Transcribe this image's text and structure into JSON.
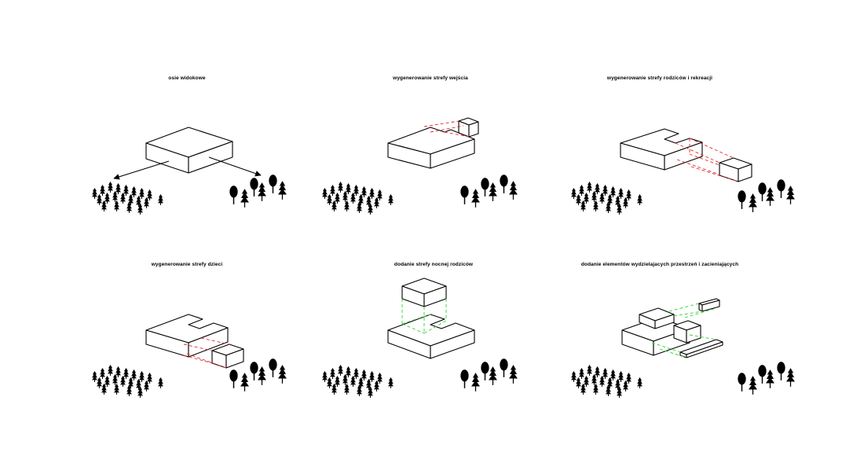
{
  "colors": {
    "line": "#000000",
    "red_dashed": "#e8262e",
    "green_dashed": "#2fd12f"
  },
  "panels": [
    {
      "id": "p1",
      "title": "osie widokowe",
      "icons": [
        "arrow-icon",
        "conifer-grove-icon",
        "deciduous-tree-icon"
      ]
    },
    {
      "id": "p2",
      "title": "wygenerowanie strefy wejścia",
      "icons": [
        "conifer-grove-icon",
        "deciduous-tree-icon"
      ]
    },
    {
      "id": "p3",
      "title": "wygenerowanie strefy rodziców i rekreacji",
      "icons": [
        "conifer-grove-icon",
        "deciduous-tree-icon"
      ]
    },
    {
      "id": "p4",
      "title": "wygenerowanie strefy dzieci",
      "icons": [
        "conifer-grove-icon",
        "deciduous-tree-icon"
      ]
    },
    {
      "id": "p5",
      "title": "dodanie strefy nocnej rodziców",
      "icons": [
        "conifer-grove-icon",
        "deciduous-tree-icon"
      ]
    },
    {
      "id": "p6",
      "title": "dodanie elementów wydzielajacych przestrzeń i zacieniających",
      "icons": [
        "conifer-grove-icon",
        "deciduous-tree-icon"
      ]
    }
  ]
}
